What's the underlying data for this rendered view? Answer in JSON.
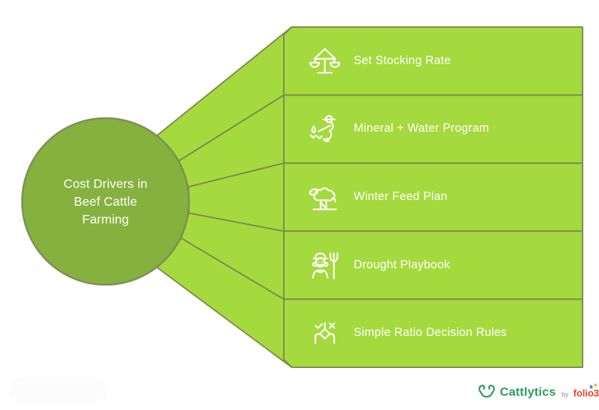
{
  "title": {
    "full_text": "Cost Drivers in Beef Cattle Farming",
    "lines": [
      "Cost Drivers in",
      "Beef Cattle",
      "Farming"
    ]
  },
  "items": [
    {
      "label": "Set Stocking Rate",
      "icon": "balance-scale-arrow-icon"
    },
    {
      "label": "Mineral + Water Program",
      "icon": "watering-person-icon"
    },
    {
      "label": "Winter Feed Plan",
      "icon": "sheep-icon"
    },
    {
      "label": "Drought Playbook",
      "icon": "farmer-pitchfork-icon"
    },
    {
      "label": "Simple Ratio Decision Rules",
      "icon": "decision-branch-icon"
    }
  ],
  "footer": {
    "brand": "Cattlytics",
    "by": "by",
    "partner": "folio3"
  },
  "colors": {
    "banner_fill": "#A4DA3E",
    "banner_stroke": "#7D8C4E",
    "circle_fill": "#85B13F",
    "circle_stroke": "#808E55",
    "text": "#FFFFFF",
    "brand_green": "#2E9C5B",
    "partner_red": "#E8402D",
    "dot_blue": "#4B8FE2",
    "dot_yellow": "#F6B51E"
  }
}
